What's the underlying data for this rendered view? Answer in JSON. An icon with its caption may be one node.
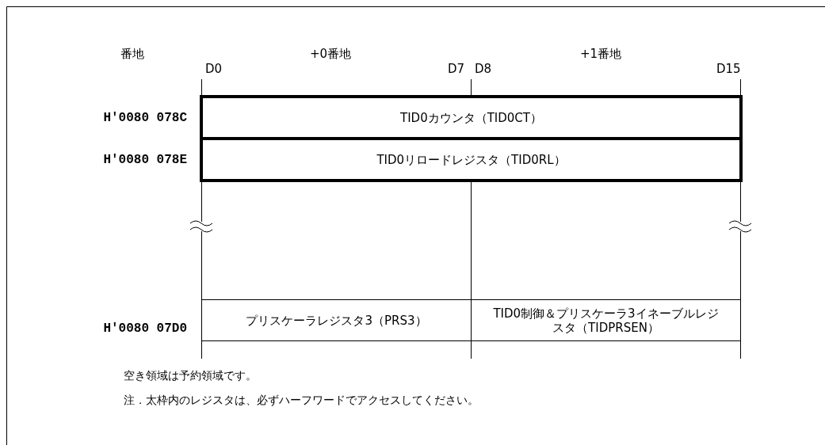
{
  "diagram": {
    "nodes": [
      {
        "text": [
          "TID0カウンタ（TID0CT）"
        ]
      },
      {
        "text": [
          "TID0リロードレジスタ（TID0RL）"
        ]
      },
      {
        "text": [
          "プリスケーラレジスタ3（PRS3）"
        ]
      },
      {
        "text": [
          "TID0制御＆プリスケーラ3イネーブルレジスタ（TIDPRSEN）"
        ]
      }
    ],
    "labels": [
      "番地",
      "+0番地",
      "+1番地",
      "D0",
      "D7",
      "D8",
      "D15",
      "H'0080 078C",
      "H'0080 078E",
      "H'0080 07D0",
      "空き領域は予約領域です。",
      "注．太枠内のレジスタは、必ずハーフワードでアクセスしてください。"
    ]
  }
}
